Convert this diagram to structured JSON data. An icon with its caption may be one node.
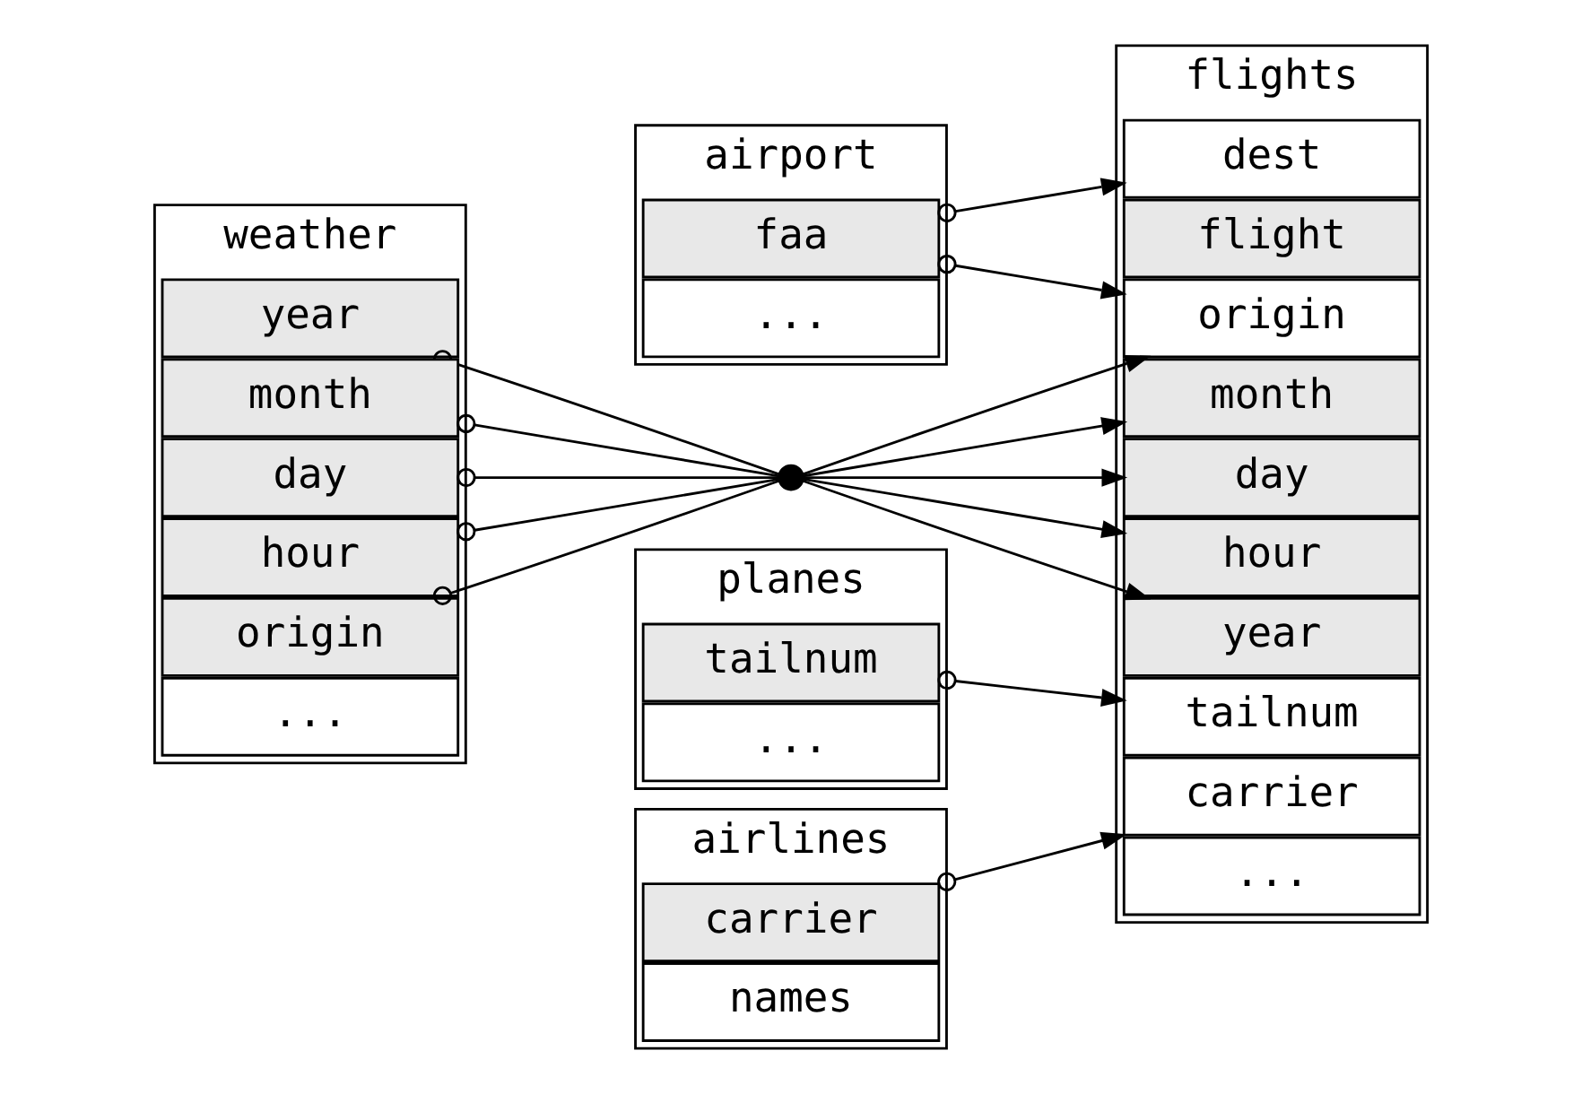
{
  "diagram": {
    "nodes": [
      {
        "text": [
          "airport"
        ]
      },
      {
        "text": [
          "faa"
        ],
        "in": 0
      },
      {
        "text": [
          "..."
        ],
        "in": 0
      },
      {
        "text": [
          "flights"
        ]
      },
      {
        "text": [
          "year"
        ],
        "in": 3
      },
      {
        "text": [
          "month"
        ],
        "in": 3
      },
      {
        "text": [
          "day"
        ],
        "in": 3
      },
      {
        "text": [
          "hour"
        ],
        "in": 3
      },
      {
        "text": [
          "flight"
        ],
        "in": 3
      },
      {
        "text": [
          "origin"
        ],
        "in": 3
      },
      {
        "text": [
          "dest"
        ],
        "in": 3
      },
      {
        "text": [
          "tailnum"
        ],
        "in": 3
      },
      {
        "text": [
          "carrier"
        ],
        "in": 3
      },
      {
        "text": [
          "..."
        ],
        "in": 3
      },
      {
        "text": [
          "weather"
        ]
      },
      {
        "text": [
          "year"
        ],
        "in": 14
      },
      {
        "text": [
          "month"
        ],
        "in": 14
      },
      {
        "text": [
          "day"
        ],
        "in": 14
      },
      {
        "text": [
          "hour"
        ],
        "in": 14
      },
      {
        "text": [
          "origin"
        ],
        "in": 14
      },
      {
        "text": [
          "..."
        ],
        "in": 14
      },
      {
        "text": [],
        "shape": "circle"
      },
      {
        "text": [
          "planes"
        ]
      },
      {
        "text": [
          "tailnum"
        ],
        "in": 22
      },
      {
        "text": [
          "..."
        ],
        "in": 22
      },
      {
        "text": [
          "airlines"
        ]
      },
      {
        "text": [
          "carrier"
        ],
        "in": 25
      },
      {
        "text": [
          "names"
        ],
        "in": 25
      }
    ],
    "edges": [
      {
        "from": 1,
        "to": 9,
        "arrow": "to"
      },
      {
        "from": 1,
        "to": 10,
        "arrow": "to"
      },
      {
        "from": 15,
        "to": 21,
        "arrow": "other"
      },
      {
        "from": 16,
        "to": 21,
        "arrow": "other"
      },
      {
        "from": 17,
        "to": 21,
        "arrow": "other"
      },
      {
        "from": 18,
        "to": 21,
        "arrow": "other"
      },
      {
        "from": 19,
        "to": 21,
        "arrow": "other"
      },
      {
        "from": 21,
        "to": 4,
        "arrow": "to"
      },
      {
        "from": 21,
        "to": 5,
        "arrow": "to"
      },
      {
        "from": 21,
        "to": 6,
        "arrow": "to"
      },
      {
        "from": 21,
        "to": 7,
        "arrow": "to"
      },
      {
        "from": 21,
        "to": 9,
        "arrow": "to"
      },
      {
        "from": 23,
        "to": 11,
        "arrow": "to"
      },
      {
        "from": 26,
        "to": 12,
        "arrow": "to"
      }
    ]
  }
}
